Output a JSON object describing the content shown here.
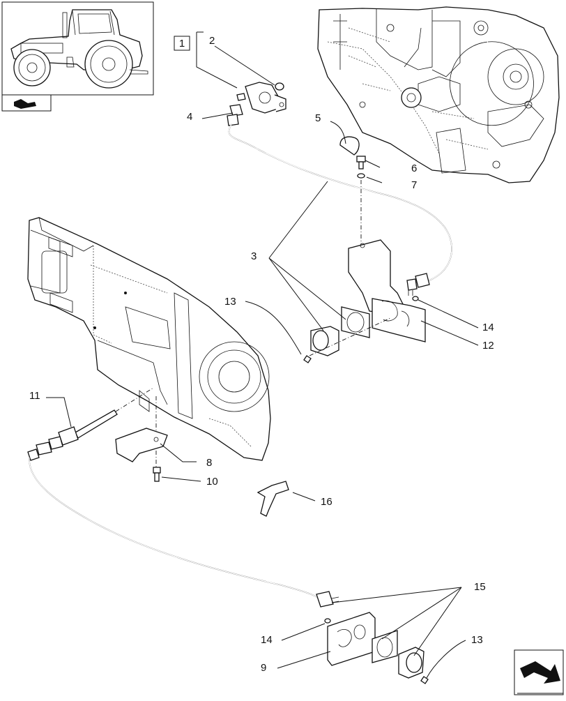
{
  "diagram": {
    "ref_box_label": "1",
    "callouts": [
      {
        "id": "c2",
        "text": "2"
      },
      {
        "id": "c3",
        "text": "3"
      },
      {
        "id": "c4",
        "text": "4"
      },
      {
        "id": "c5",
        "text": "5"
      },
      {
        "id": "c6",
        "text": "6"
      },
      {
        "id": "c7",
        "text": "7"
      },
      {
        "id": "c8",
        "text": "8"
      },
      {
        "id": "c9",
        "text": "9"
      },
      {
        "id": "c10",
        "text": "10"
      },
      {
        "id": "c11",
        "text": "11"
      },
      {
        "id": "c12",
        "text": "12"
      },
      {
        "id": "c13a",
        "text": "13"
      },
      {
        "id": "c13b",
        "text": "13"
      },
      {
        "id": "c14a",
        "text": "14"
      },
      {
        "id": "c14b",
        "text": "14"
      },
      {
        "id": "c15",
        "text": "15"
      },
      {
        "id": "c16",
        "text": "16"
      }
    ],
    "icons": [
      "tractor-thumbnail-icon",
      "section-nav-icon",
      "next-page-arrow-icon"
    ]
  }
}
